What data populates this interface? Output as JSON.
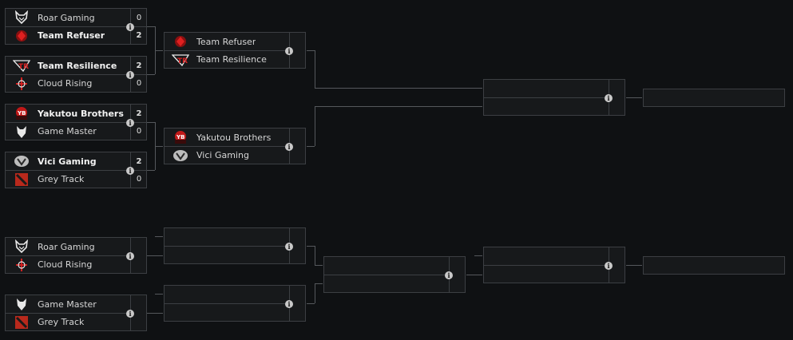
{
  "info_glyph": "i",
  "round1": [
    {
      "top": {
        "name": "Roar Gaming",
        "score": "0",
        "logo": "wolf-head-icon",
        "winner": false
      },
      "bot": {
        "name": "Team Refuser",
        "score": "2",
        "logo": "red-crest-icon",
        "winner": true
      }
    },
    {
      "top": {
        "name": "Team Resilience",
        "score": "2",
        "logo": "tr-wings-icon",
        "winner": true
      },
      "bot": {
        "name": "Cloud Rising",
        "score": "0",
        "logo": "red-cross-emblem-icon",
        "winner": false
      }
    },
    {
      "top": {
        "name": "Yakutou Brothers",
        "score": "2",
        "logo": "ybs-badge-icon",
        "winner": true
      },
      "bot": {
        "name": "Game Master",
        "score": "0",
        "logo": "white-wolf-icon",
        "winner": false
      }
    },
    {
      "top": {
        "name": "Vici Gaming",
        "score": "2",
        "logo": "vg-shield-icon",
        "winner": true
      },
      "bot": {
        "name": "Grey Track",
        "score": "0",
        "logo": "dota-icon",
        "winner": false
      }
    }
  ],
  "round2": [
    {
      "top": {
        "name": "Team Refuser",
        "logo": "red-crest-icon"
      },
      "bot": {
        "name": "Team Resilience",
        "logo": "tr-wings-icon"
      }
    },
    {
      "top": {
        "name": "Yakutou Brothers",
        "logo": "ybs-badge-icon"
      },
      "bot": {
        "name": "Vici Gaming",
        "logo": "vg-shield-icon"
      }
    }
  ],
  "lower": [
    {
      "top": {
        "name": "Roar Gaming",
        "logo": "wolf-head-icon"
      },
      "bot": {
        "name": "Cloud Rising",
        "logo": "red-cross-emblem-icon"
      }
    },
    {
      "top": {
        "name": "Game Master",
        "logo": "white-wolf-icon"
      },
      "bot": {
        "name": "Grey Track",
        "logo": "dota-icon"
      }
    }
  ]
}
